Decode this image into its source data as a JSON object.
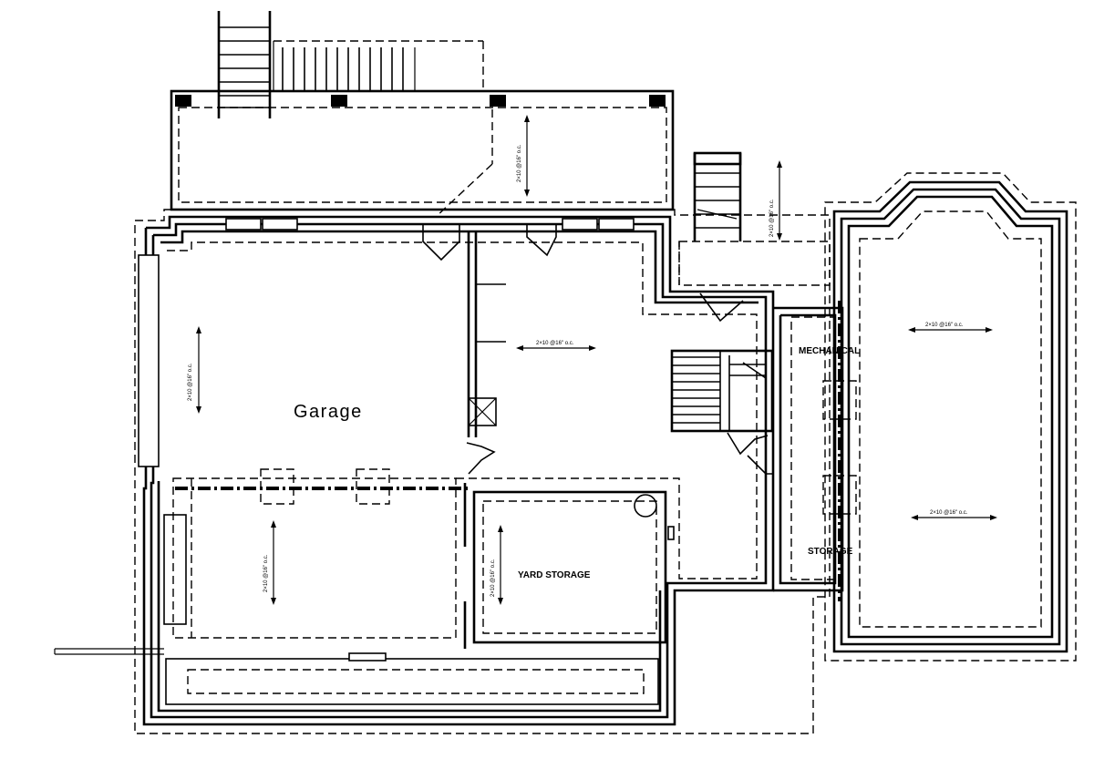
{
  "rooms": {
    "garage": "Garage",
    "yard_storage": "YARD  STORAGE",
    "mechanical": "MECHANICAL",
    "storage": "STORAGE"
  },
  "span_notes": [
    "2×10 @16\" o.c.",
    "2×10 @16\" o.c.",
    "2×10 @16\" o.c.",
    "2×10 @16\" o.c.",
    "2×10 @16\" o.c.",
    "2×10 @16\" o.c.",
    "2×10 @16\" o.c.",
    "2×10 @16\" o.c."
  ]
}
